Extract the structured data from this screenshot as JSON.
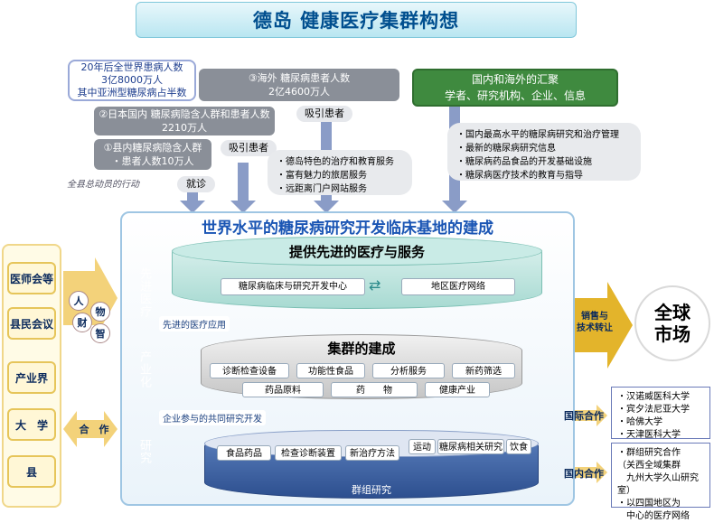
{
  "title": "德岛 健康医疗集群构想",
  "top_left": {
    "world_box": [
      "20年后全世界患病人数",
      "3亿8000万人",
      "其中亚洲型糖尿病占半数"
    ],
    "overseas_box": [
      "③海外 糖尿病患者人数",
      "2亿4600万人"
    ],
    "japan_box": [
      "②日本国内 糖尿病隐含人群和患者人数",
      "2210万人"
    ],
    "county_box": [
      "①县内糖尿病隐含人群",
      "・患者人数10万人"
    ],
    "attract1": "吸引患者",
    "attract2": "吸引患者",
    "county_action": "全县总动员的行动",
    "visit": "就诊",
    "bubble_items": [
      "・德岛特色的治疗和教育服务",
      "・富有魅力的旅居服务",
      "・远距离门户网站服务"
    ]
  },
  "top_right": {
    "green_box": [
      "国内和海外的汇聚",
      "学者、研究机构、企业、信息"
    ],
    "bubble_items": [
      "・国内最高水平的糖尿病研究和治疗管理",
      "・最新的糖尿病研究信息",
      "・糖尿病药品食品的开发基础设施",
      "・糖尿病医疗技术的教育与指导"
    ]
  },
  "main": {
    "title": "世界水平的糖尿病研究开发临床基地的建成",
    "stage_labels": [
      "先进医疗",
      "产业化",
      "研究"
    ],
    "top_disc_title": "提供先进的医疗与服务",
    "top_disc_items": [
      "糖尿病临床与研究开发中心",
      "地区医疗网络"
    ],
    "advanced_app": "先进的医疗应用",
    "mid_disc_title": "集群的建成",
    "mid_row1": [
      "诊断检查设备",
      "功能性食品",
      "分析服务",
      "新药筛选"
    ],
    "mid_row2": [
      "药品原料",
      "药　　物",
      "健康产业"
    ],
    "joint_research": "企业参与的共同研究开发",
    "bottom_row": [
      "食品药品",
      "检查诊断装置",
      "新治疗方法",
      "运动",
      "糖尿病相关研究",
      "饮食"
    ],
    "bottom_title": "群组研究"
  },
  "left": {
    "items": [
      "医师会等",
      "县民会议",
      "产业界",
      "大　学",
      "县"
    ],
    "circles": [
      "人",
      "物",
      "财",
      "智"
    ],
    "cooperation": "合　作"
  },
  "right": {
    "sales": [
      "销售与",
      "技术转让"
    ],
    "market": [
      "全球",
      "市场"
    ],
    "intl_coop": "国际合作",
    "intl_list": [
      "・汉诺威医科大学",
      "・宾夕法尼亚大学",
      "・哈佛大学",
      "・天津医科大学"
    ],
    "domestic_coop": "国内合作",
    "domestic_list": [
      "・群组研究合作",
      "（关西全域集群",
      "　九州大学久山研究室）",
      "・以四国地区为",
      "　中心的医疗网络"
    ]
  },
  "colors": {
    "title": "#004f8f",
    "main_title": "#1a55b4",
    "green": "#3f8a3f",
    "left_fill": "#fff7d6",
    "arrow_gold": "#e3b42b"
  }
}
